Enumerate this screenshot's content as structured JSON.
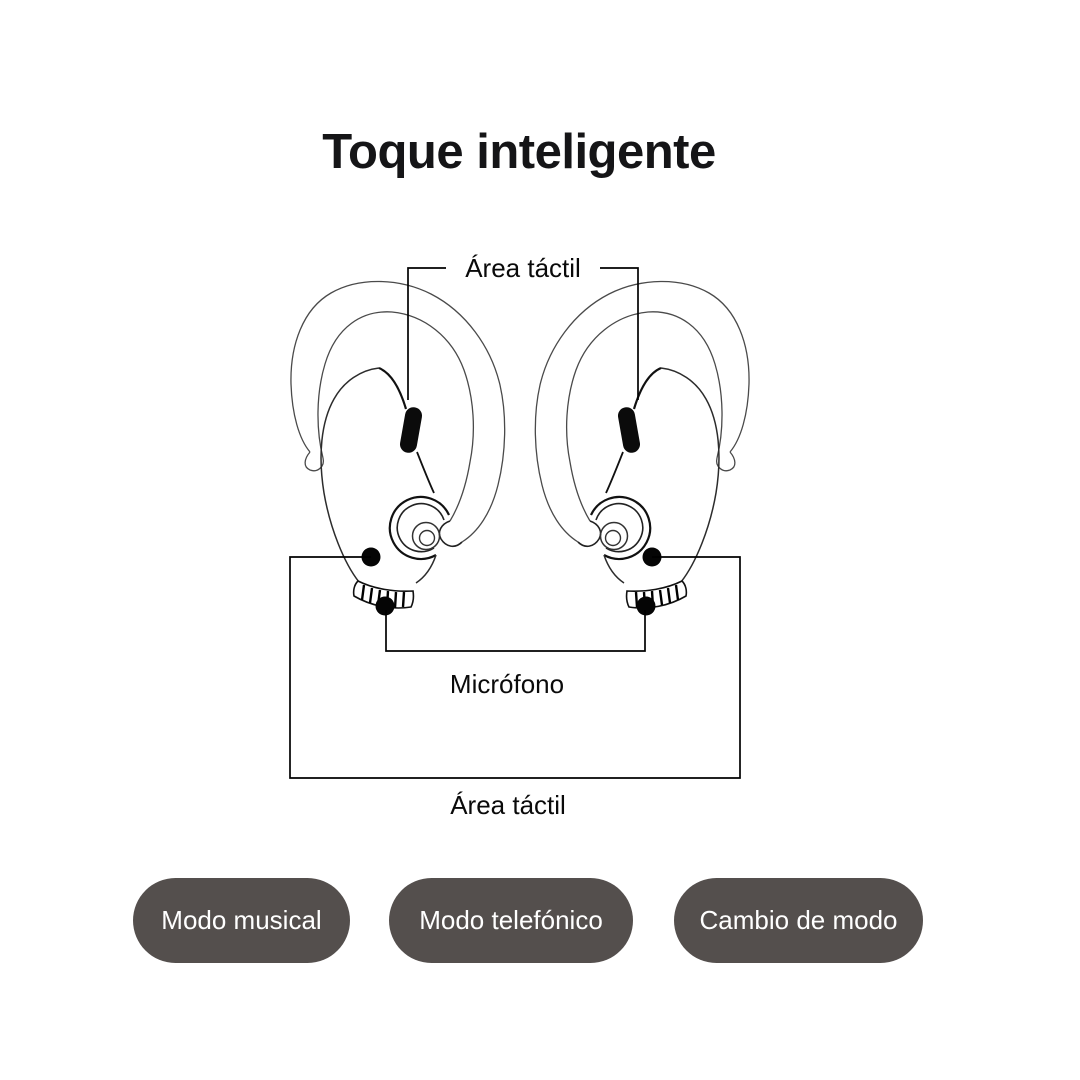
{
  "page": {
    "background_color": "#ffffff",
    "title": "Toque inteligente",
    "title_color": "#151517"
  },
  "diagram": {
    "illustration": "two-ear-hook-earbuds-line-drawing",
    "line_color": "#000000",
    "labels": {
      "touch_area_top": "Área táctil",
      "microphone": "Micrófono",
      "touch_area_bottom": "Área táctil"
    },
    "parts": {
      "touch_capsule_icon": "touch-area-capsule",
      "touch_point_icon": "touch-point-dot",
      "microphone_icon": "microphone-dot",
      "grill_icon": "speaker-grill"
    }
  },
  "mode_badges": {
    "background_color": "#544f4d",
    "text_color": "#ffffff",
    "items": [
      {
        "label": "Modo musical"
      },
      {
        "label": "Modo telefónico"
      },
      {
        "label": "Cambio de modo"
      }
    ]
  }
}
